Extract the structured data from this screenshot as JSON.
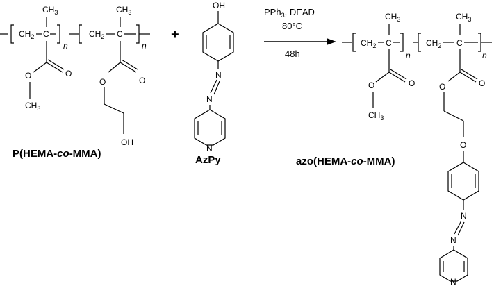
{
  "reactants": {
    "polymer": {
      "label_prefix": "P(HEMA-",
      "label_italic": "co",
      "label_suffix": "-MMA)",
      "atoms": {
        "ch3": "CH",
        "ch3_sub": "3",
        "ch2": "CH",
        "ch2_sub": "2",
        "c": "C",
        "o": "O",
        "oh": "OH",
        "n": "n"
      }
    },
    "plus": "+",
    "azpy": {
      "label": "AzPy",
      "atoms": {
        "oh": "OH",
        "n": "N"
      }
    }
  },
  "conditions": {
    "reagent_main": "PPh",
    "reagent_sub": "3",
    "reagent_rest": ", DEAD",
    "temperature": "80°C",
    "time": "48h"
  },
  "product": {
    "label_prefix": "azo(HEMA-",
    "label_italic": "co",
    "label_suffix": "-MMA)",
    "atoms": {
      "o": "O",
      "n": "N"
    }
  }
}
